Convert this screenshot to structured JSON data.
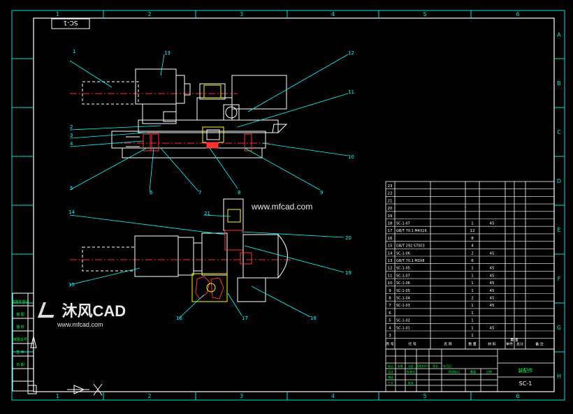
{
  "drawing": {
    "code_box": "SC-1",
    "title_block_name": "装配件",
    "title_block_code": "SC-1",
    "col_labels": [
      "1",
      "2",
      "3",
      "4",
      "5",
      "6"
    ],
    "row_labels": [
      "A",
      "B",
      "C",
      "D",
      "E",
      "F",
      "G",
      "H"
    ],
    "left_panel_labels": [
      "借用件登记",
      "描 图",
      "描 校",
      "底图总号",
      "签 字",
      "日 期"
    ]
  },
  "balloons_top": [
    "1",
    "2",
    "3",
    "4",
    "5",
    "6",
    "7",
    "8",
    "9",
    "10",
    "11",
    "12",
    "13"
  ],
  "balloons_bottom": [
    "14",
    "15",
    "16",
    "17",
    "18",
    "19",
    "20",
    "21"
  ],
  "bom": {
    "rows": [
      {
        "no": "23",
        "code": "",
        "name": "",
        "qty": "",
        "mat": ""
      },
      {
        "no": "22",
        "code": "",
        "name": "",
        "qty": "",
        "mat": ""
      },
      {
        "no": "21",
        "code": "",
        "name": "",
        "qty": "",
        "mat": ""
      },
      {
        "no": "20",
        "code": "",
        "name": "",
        "qty": "",
        "mat": ""
      },
      {
        "no": "19",
        "code": "",
        "name": "",
        "qty": "",
        "mat": ""
      },
      {
        "no": "18",
        "code": "SC-1-07",
        "name": "",
        "qty": "1",
        "mat": "45"
      },
      {
        "no": "17",
        "code": "GB/T 70.1 M4X16",
        "name": "",
        "qty": "12",
        "mat": ""
      },
      {
        "no": "16",
        "code": "",
        "name": "",
        "qty": "8",
        "mat": ""
      },
      {
        "no": "15",
        "code": "GB/T 292 S7003",
        "name": "",
        "qty": "4",
        "mat": ""
      },
      {
        "no": "14",
        "code": "SC-1-06",
        "name": "",
        "qty": "2",
        "mat": "45"
      },
      {
        "no": "13",
        "code": "GB/T 70.1 M3X8",
        "name": "",
        "qty": "6",
        "mat": ""
      },
      {
        "no": "12",
        "code": "SC-1-05",
        "name": "",
        "qty": "1",
        "mat": "45"
      },
      {
        "no": "11",
        "code": "SC-1-07",
        "name": "",
        "qty": "1",
        "mat": "45"
      },
      {
        "no": "10",
        "code": "SC-1-06",
        "name": "",
        "qty": "1",
        "mat": "45"
      },
      {
        "no": "9",
        "code": "SC-1-05",
        "name": "",
        "qty": "1",
        "mat": "45"
      },
      {
        "no": "8",
        "code": "SC-1-04",
        "name": "",
        "qty": "2",
        "mat": "45"
      },
      {
        "no": "7",
        "code": "SC-1-03",
        "name": "",
        "qty": "1",
        "mat": "45"
      },
      {
        "no": "6",
        "code": "",
        "name": "",
        "qty": "1",
        "mat": ""
      },
      {
        "no": "5",
        "code": "SC-1-02",
        "name": "",
        "qty": "1",
        "mat": ""
      },
      {
        "no": "4",
        "code": "SC-1-01",
        "name": "",
        "qty": "1",
        "mat": "45"
      },
      {
        "no": "3",
        "code": "",
        "name": "",
        "qty": "1",
        "mat": ""
      }
    ],
    "header": [
      "序 号",
      "代 号",
      "名 称",
      "数 量",
      "材 料",
      "单件",
      "总计",
      "备 注"
    ],
    "header_sub": "重 量"
  },
  "title_block_small": [
    "标记",
    "处数",
    "分区",
    "更改文件号",
    "签名",
    "年月日",
    "设计",
    "标准化",
    "阶段标记",
    "重量",
    "比例",
    "审核",
    "工艺",
    "批准"
  ],
  "watermark": {
    "center": "www.mfcad.com",
    "logo": "沐风CAD",
    "logo_sub": "www.mfcad.com"
  },
  "colors": {
    "frame": "#00e5d8",
    "line": "#ffffff",
    "leader": "#00ffff",
    "center": "#ff2a2a",
    "part": "#ff3333",
    "green": "#00ff44",
    "yellow": "#ffff00"
  }
}
